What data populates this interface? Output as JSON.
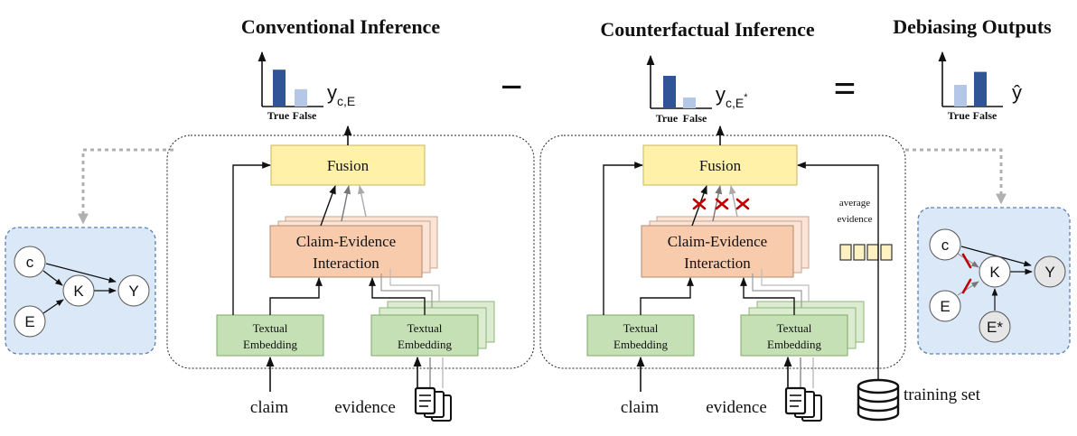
{
  "titles": {
    "conventional": "Conventional Inference",
    "counterfactual": "Counterfactual Inference",
    "debiasing": "Debiasing Outputs"
  },
  "bar_charts": [
    {
      "categories": [
        "True",
        "False"
      ],
      "values": [
        0.85,
        0.4
      ],
      "colors": [
        "#2f5597",
        "#b4c7e7"
      ],
      "output": "y",
      "output_sub": "c,E"
    },
    {
      "categories": [
        "True",
        "False"
      ],
      "values": [
        0.75,
        0.25
      ],
      "colors": [
        "#2f5597",
        "#b4c7e7"
      ],
      "output": "y",
      "output_sub": "c,E",
      "output_sup": "*"
    },
    {
      "categories": [
        "True",
        "False"
      ],
      "values": [
        0.5,
        0.8
      ],
      "colors": [
        "#b4c7e7",
        "#2f5597"
      ],
      "output": "ŷ"
    }
  ],
  "operators": {
    "minus": "−",
    "equals": "="
  },
  "model": {
    "fusion": "Fusion",
    "interaction_line1": "Claim-Evidence",
    "interaction_line2": "Interaction",
    "embedding_line1": "Textual",
    "embedding_line2": "Embedding",
    "claim": "claim",
    "evidence": "evidence",
    "average_line1": "average",
    "average_line2": "evidence",
    "training_set": "training set"
  },
  "causal_graph_left": {
    "nodes": [
      "c",
      "K",
      "Y",
      "E"
    ]
  },
  "causal_graph_right": {
    "nodes": [
      "c",
      "K",
      "Y",
      "E",
      "E*"
    ]
  },
  "colors": {
    "fusion_fill": "#fff2a8",
    "interaction_fill": "#f8cbad",
    "embedding_fill": "#c5e0b4",
    "graph_panel_fill": "#dae8f7",
    "bar_dark": "#2f5597",
    "bar_light": "#b4c7e7",
    "cut_mark": "#c00000"
  }
}
